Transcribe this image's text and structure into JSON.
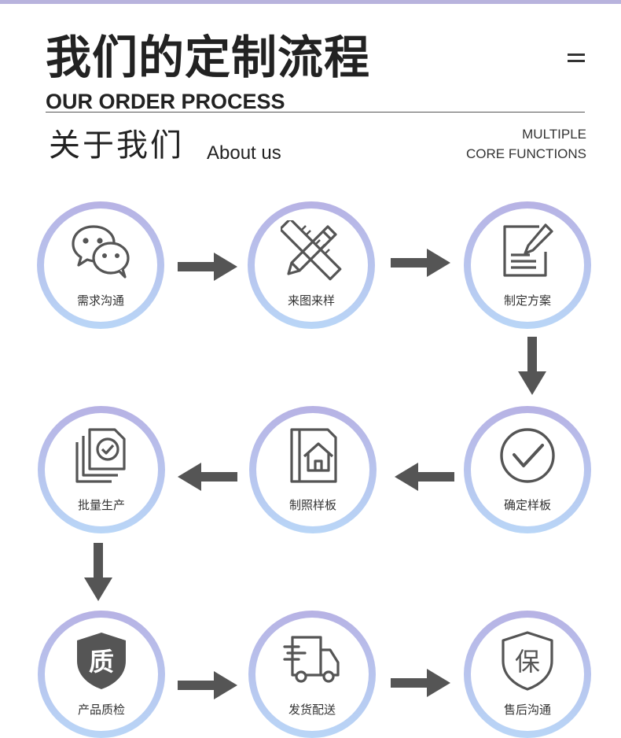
{
  "header": {
    "title_cn": "我们的定制流程",
    "title_en": "OUR ORDER PROCESS",
    "about_cn": "关于我们",
    "about_en": "About us",
    "core_line1": "MULTIPLE",
    "core_line2": "CORE FUNCTIONS"
  },
  "steps": [
    {
      "label": "需求沟通",
      "icon": "wechat-chat-icon"
    },
    {
      "label": "来图来样",
      "icon": "pencil-ruler-icon"
    },
    {
      "label": "制定方案",
      "icon": "document-pen-icon"
    },
    {
      "label": "确定样板",
      "icon": "check-circle-icon"
    },
    {
      "label": "制照样板",
      "icon": "house-book-icon"
    },
    {
      "label": "批量生产",
      "icon": "stacked-files-check-icon"
    },
    {
      "label": "产品质检",
      "icon": "quality-shield-icon",
      "badge": "质"
    },
    {
      "label": "发货配送",
      "icon": "delivery-truck-icon"
    },
    {
      "label": "售后沟通",
      "icon": "guarantee-shield-icon",
      "badge": "保"
    }
  ],
  "colors": {
    "ring_top": "#b7b2e4",
    "ring_bottom": "#b9d6f7",
    "arrow": "#555555",
    "top_bar": "#b8b3dd"
  }
}
